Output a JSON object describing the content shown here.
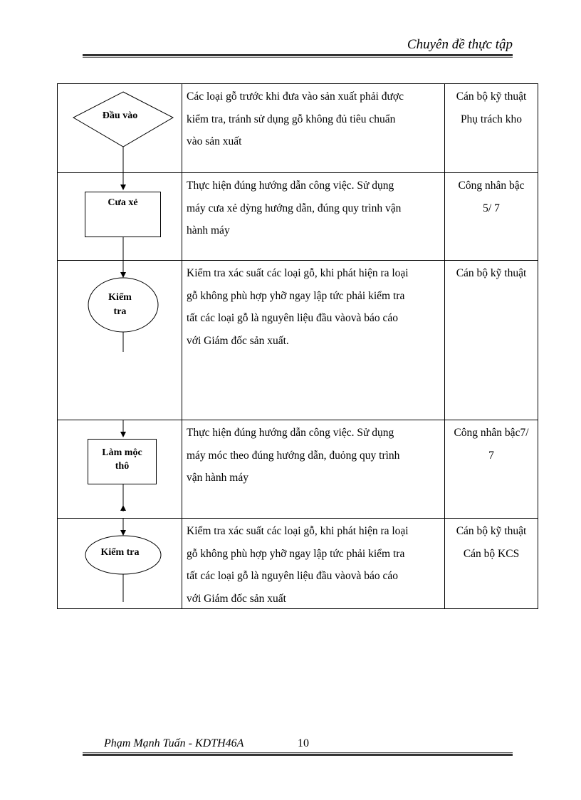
{
  "header": {
    "title": "Chuyên đề thực tập"
  },
  "table": {
    "rows": [
      {
        "shape": "diamond",
        "shape_label": [
          "Đầu vào"
        ],
        "description": [
          "Các loại gỗ trước khi đưa vào sản xuất phải được",
          "kiểm tra, tránh sử dụng gỗ không đủ tiêu chuẩn",
          "vào sản xuất"
        ],
        "responsible": [
          "Cán bộ kỹ thuật",
          "Phụ trách kho"
        ]
      },
      {
        "shape": "rectangle",
        "shape_label": [
          "Cưa xẻ"
        ],
        "description": [
          "Thực hiện đúng hướng dẫn công việc. Sử dụng",
          "máy cưa xẻ dỳng hướng dẫn, đúng quy trình vận",
          "hành máy"
        ],
        "responsible": [
          "Công nhân bậc",
          "5/ 7"
        ]
      },
      {
        "shape": "ellipse",
        "shape_label": [
          "Kiểm",
          "tra"
        ],
        "description": [
          "Kiểm tra xác suất các loại gỗ, khi phát hiện ra loại",
          "gỗ không phù hợp yhỡ ngay lập tức phải kiểm tra",
          "tất các loại gỗ là nguyên liệu đầu vàovà báo cáo",
          "với Giám đốc sản xuất."
        ],
        "responsible": [
          "Cán bộ kỹ thuật"
        ]
      },
      {
        "shape": "rectangle",
        "shape_label": [
          "Làm mộc",
          "thô"
        ],
        "description": [
          "Thực hiện đúng hướng dẫn công việc. Sử dụng",
          "máy móc theo đúng hướng dẫn, đuỏng quy trình",
          "vận hành máy"
        ],
        "responsible": [
          "Công nhân bậc7/",
          "7"
        ]
      },
      {
        "shape": "ellipse",
        "shape_label": [
          "Kiểm tra"
        ],
        "description": [
          "Kiểm tra xác suất các loại gỗ, khi phát hiện ra loại",
          "gỗ không phù hợp yhỡ ngay lập tức phải kiểm tra",
          "tất các loại gỗ là nguyên liệu đầu vàovà báo cáo",
          "với Giám đốc sản xuất"
        ],
        "responsible": [
          "Cán bộ kỹ thuật",
          "Cán bộ KCS"
        ]
      }
    ]
  },
  "footer": {
    "author": "Phạm Mạnh Tuấn - KDTH46A",
    "page_number": "10"
  }
}
